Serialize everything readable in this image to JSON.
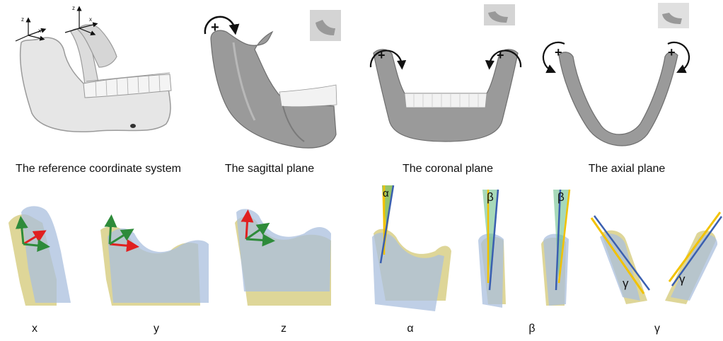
{
  "captions": {
    "reference": "The reference coordinate system",
    "sagittal": "The sagittal plane",
    "coronal": "The coronal plane",
    "axial": "The axial plane"
  },
  "bottom_labels": {
    "x": "x",
    "y": "y",
    "z": "z",
    "alpha": "α",
    "beta": "β",
    "gamma": "γ"
  },
  "angle_labels": {
    "alpha": "α",
    "beta_left": "β",
    "beta_right": "β",
    "gamma_left": "γ",
    "gamma_right": "γ"
  },
  "rotation_marks": {
    "plus": "+"
  },
  "axis_letters": {
    "z": "z",
    "x": "x",
    "y": "y"
  },
  "colors": {
    "bone_light": "#e6e6e6",
    "bone_dark": "#8f8f8f",
    "teeth": "#f2f2f2",
    "overlay_yellow": "#d8cf86",
    "overlay_blue": "#a9bfdd",
    "arrow_red": "#e02020",
    "arrow_green": "#2e8b3a",
    "line_blue": "#3a5fb0",
    "line_yellow": "#f2c200"
  }
}
